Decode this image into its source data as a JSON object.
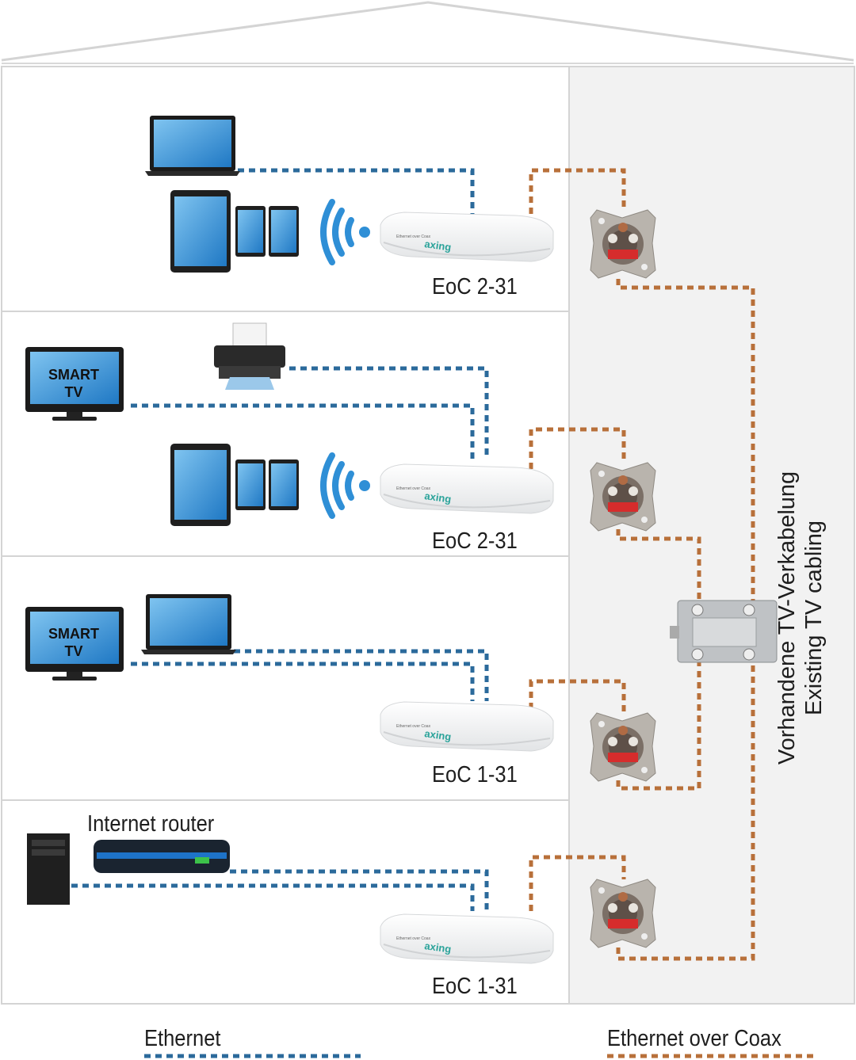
{
  "devices": {
    "floor1_label": "EoC 2-31",
    "floor2_label": "EoC 2-31",
    "floor3_label": "EoC 1-31",
    "floor4_label": "EoC 1-31",
    "brand": "axing",
    "router_label": "Internet router",
    "smart_tv_line1": "SMART",
    "smart_tv_line2": "TV"
  },
  "cabling": {
    "line1": "Vorhandene TV-Verkabelung",
    "line2": "Existing TV cabling"
  },
  "legend": {
    "ethernet": "Ethernet",
    "eoc": "Ethernet over Coax"
  },
  "colors": {
    "ethernet": "#2b6a9b",
    "coax": "#b8703a",
    "screen": "#2f8fd6"
  }
}
